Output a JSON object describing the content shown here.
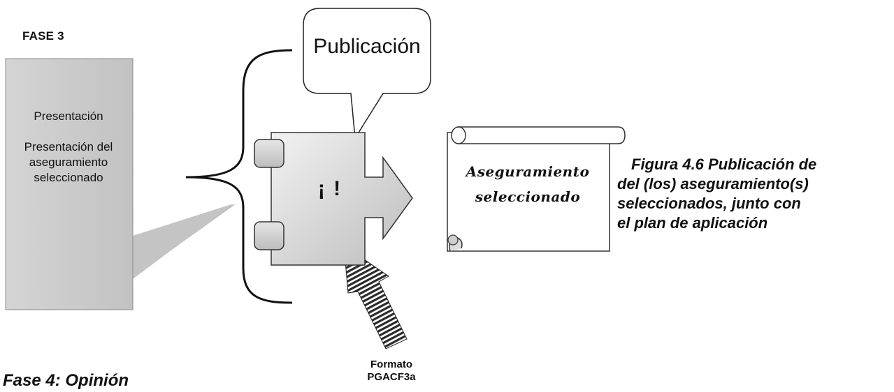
{
  "phase": {
    "title": "FASE 3",
    "name": "Presentación",
    "description": "Presentación del aseguramiento seleccionado"
  },
  "bubble": {
    "label": "Publicación"
  },
  "icon_center": {
    "label": "¡ !"
  },
  "scroll": {
    "line1": "Aseguramiento",
    "line2": "seleccionado"
  },
  "caption": {
    "line1": "Figura 4.6  Publicación de",
    "line2": "del (los) aseguramiento(s)",
    "line3": "seleccionados, junto con",
    "line4": "el plan de aplicación"
  },
  "format": {
    "line1": "Formato",
    "line2": "PGACF3a"
  },
  "section_heading": "Fase 4: Opinión",
  "colors": {
    "panel_gray": "#c6c6c6",
    "gradient_light": "#efefef",
    "gradient_dark": "#bdbdbd",
    "outline": "#333333",
    "text": "#111111"
  }
}
